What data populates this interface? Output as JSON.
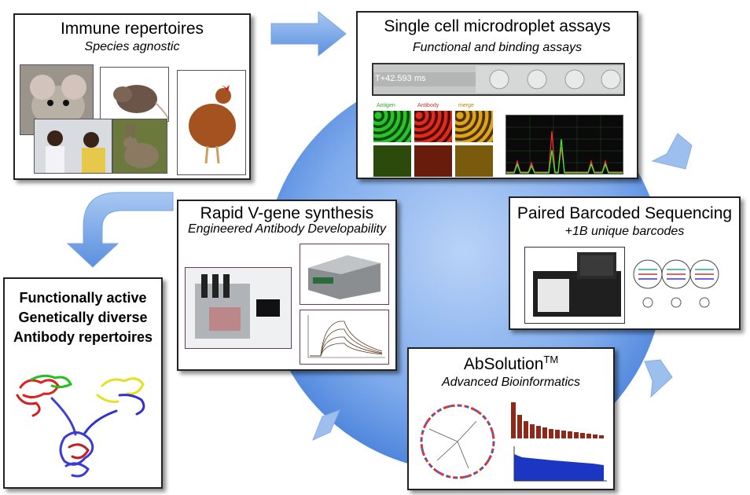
{
  "panels": {
    "immune": {
      "title": "Immune repertoires",
      "subtitle": "Species agnostic"
    },
    "microdroplet": {
      "title": "Single cell microdroplet assays",
      "subtitle": "Functional and binding assays",
      "timestamp": "T+42.593 ms",
      "image_labels": [
        "Antigen",
        "Antibody",
        "merge"
      ]
    },
    "sequencing": {
      "title": "Paired Barcoded Sequencing",
      "subtitle": "+1B unique barcodes"
    },
    "absolution": {
      "title": "AbSolution",
      "title_tm": "TM",
      "subtitle": "Advanced Bioinformatics"
    },
    "vgene": {
      "title": "Rapid V-gene synthesis",
      "subtitle": "Engineered Antibody Developability"
    },
    "repertoire": {
      "lines": [
        "Functionally active",
        "Genetically diverse",
        "Antibody repertoires"
      ]
    }
  },
  "colors": {
    "circle": "#5b8fdf",
    "arrow": "#6e9fe0",
    "panel_border": "#222222"
  }
}
